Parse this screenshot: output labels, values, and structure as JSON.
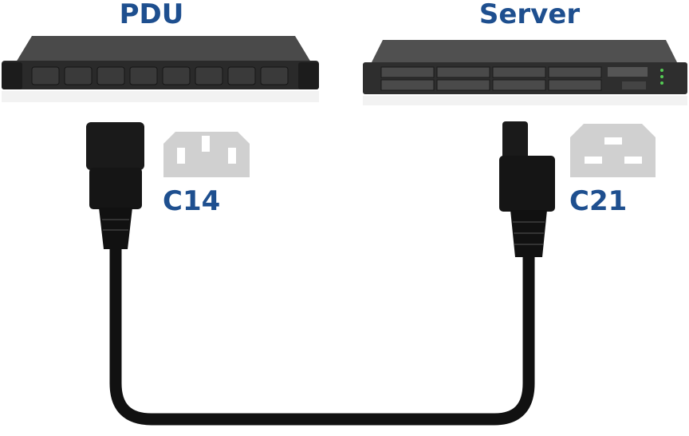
{
  "titles": {
    "pdu": "PDU",
    "server": "Server"
  },
  "connectors": {
    "left": "C14",
    "right": "C21"
  },
  "colors": {
    "label": "#1e4f8f",
    "socket_face": "#d0d0d0",
    "cable": "#111111"
  }
}
